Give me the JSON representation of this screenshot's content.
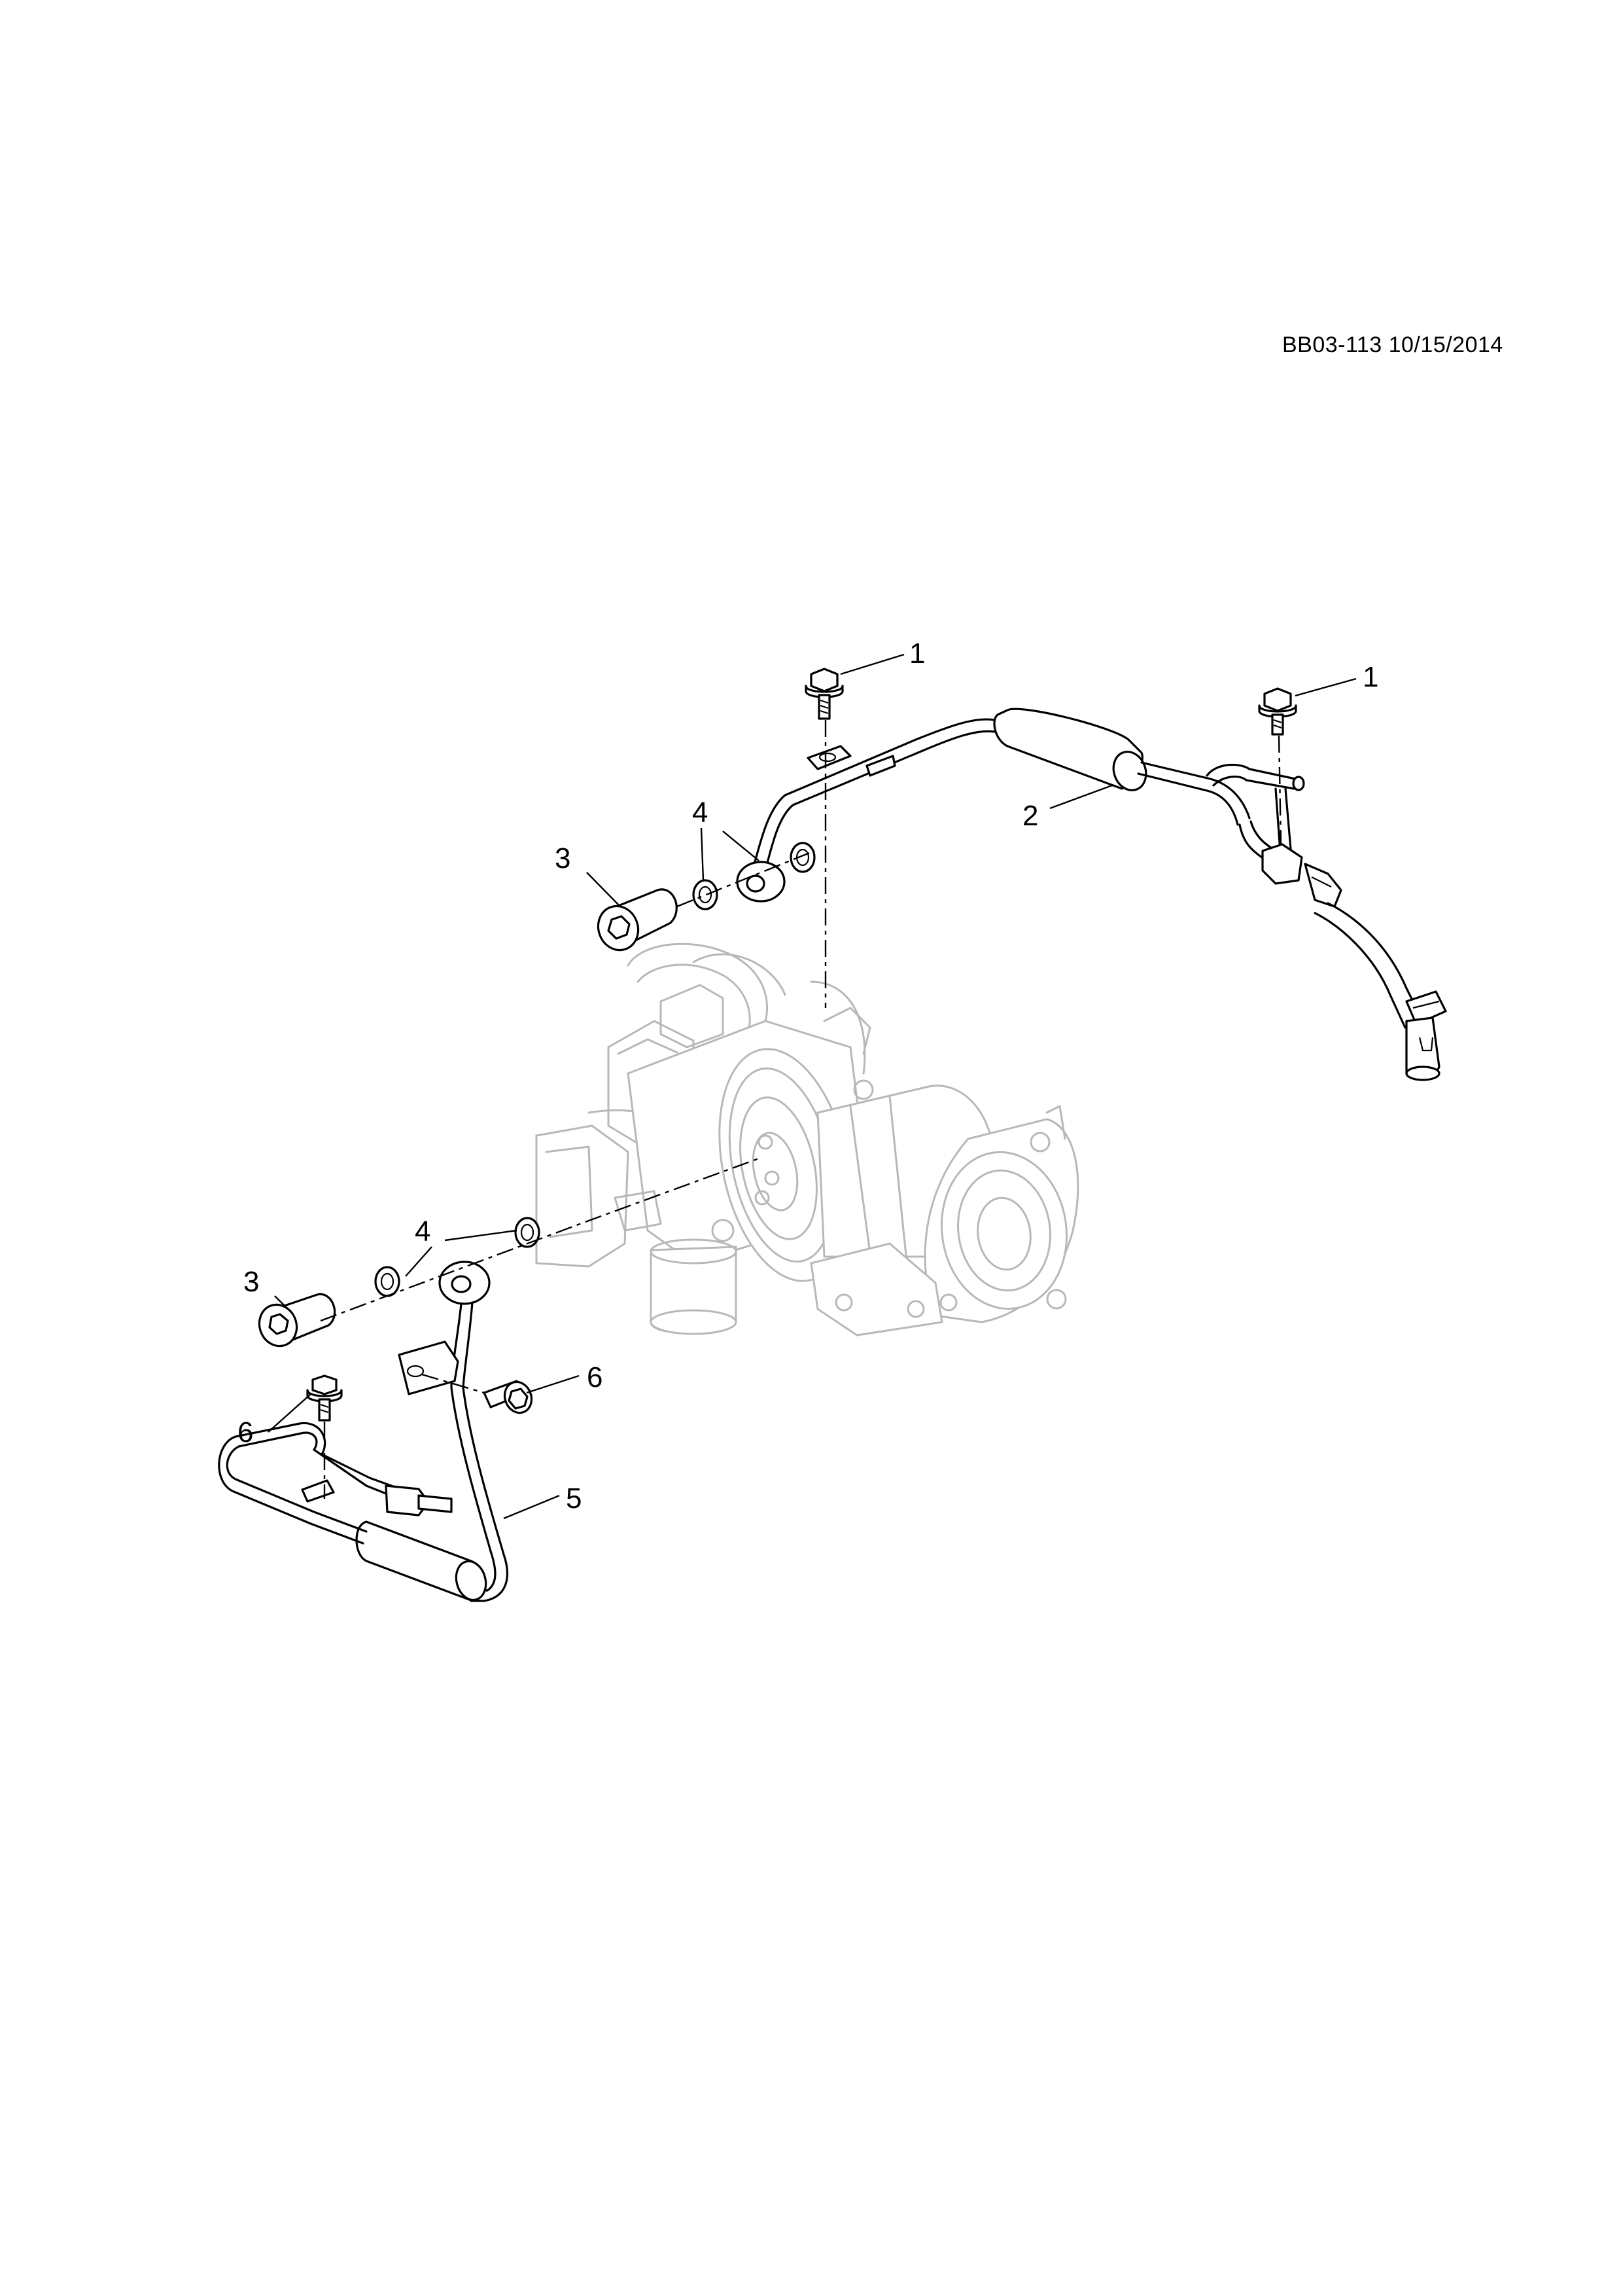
{
  "header": {
    "doc_code": "BB03-113 10/15/2014"
  },
  "callouts": [
    {
      "id": "c1a",
      "label": "1"
    },
    {
      "id": "c1b",
      "label": "1"
    },
    {
      "id": "c2",
      "label": "2"
    },
    {
      "id": "c3a",
      "label": "3"
    },
    {
      "id": "c4a",
      "label": "4"
    },
    {
      "id": "c4b",
      "label": "4"
    },
    {
      "id": "c3b",
      "label": "3"
    },
    {
      "id": "c6a",
      "label": "6"
    },
    {
      "id": "c6b",
      "label": "6"
    },
    {
      "id": "c5",
      "label": "5"
    }
  ]
}
